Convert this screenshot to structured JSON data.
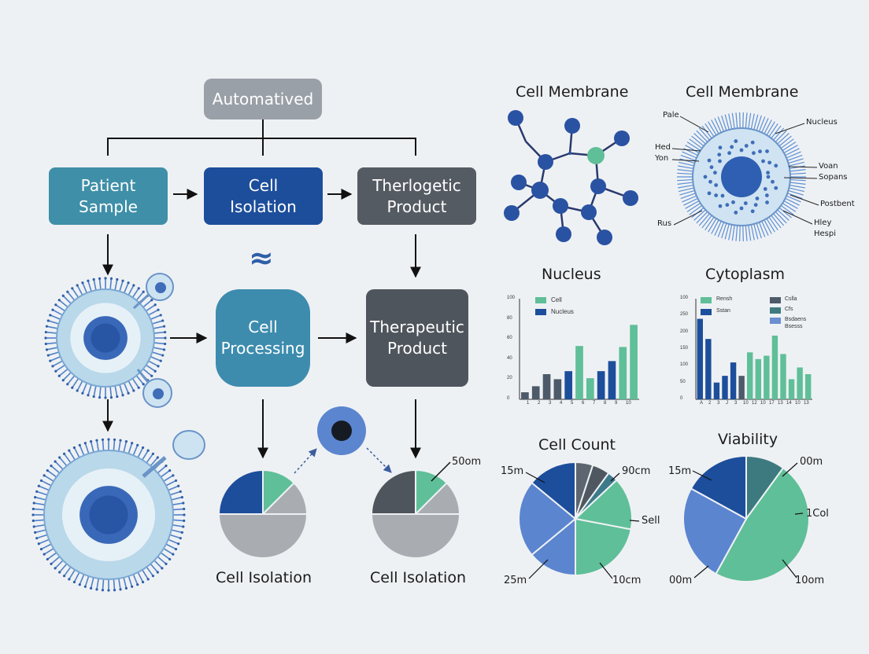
{
  "flow": {
    "top_label": "Automatived",
    "patient_sample": "Patient\nSample",
    "cell_isolation": "Cell\nIsolation",
    "therlogetic_product": "Therlogetic\nProduct",
    "approx_symbol": "≈",
    "cell_processing": "Cell\nProcessing",
    "therapeutic_product": "Therapeutic\nProduct",
    "pie1_caption": "Cell Isolation",
    "pie2_caption": "Cell Isolation",
    "pie2_annotation": "50om",
    "colors": {
      "teal": "#3f8fa8",
      "blue": "#1d4e9b",
      "slate": "#555b63",
      "gray_box": "#9aa0a7",
      "mid_teal": "#3d8cae"
    }
  },
  "molecule": {
    "title": "Cell Membrane"
  },
  "membrane_cell": {
    "title": "Cell Membrane",
    "labels": {
      "pale": "Pale",
      "hed": "Hed",
      "yon": "Yon",
      "rus": "Rus",
      "nucleus": "Nucleus",
      "voan": "Voan",
      "sopans": "Sopans",
      "postbent": "Postbent",
      "hley": "Hley",
      "hespi": "Hespi"
    }
  },
  "nucleus_chart": {
    "title": "Nucleus",
    "legend": [
      "Cell",
      "Nucleus"
    ],
    "ticks_y": [
      "100",
      "80",
      "60",
      "40",
      "20",
      "0"
    ],
    "ticks_x": [
      "1",
      "2",
      "3",
      "4",
      "5",
      "6",
      "7",
      "8",
      "9",
      "10"
    ]
  },
  "cytoplasm_chart": {
    "title": "Cytoplasm",
    "legend": [
      "Rensh",
      "Sstan",
      "Cslla",
      "Cfs",
      "Bsdaens"
    ],
    "legend_extra": "Bsesss",
    "ticks_y": [
      "100",
      "250",
      "200",
      "150",
      "100",
      "50",
      "0"
    ],
    "ticks_x": [
      "A",
      "2",
      "3",
      "J",
      "3",
      "10",
      "12",
      "10",
      "17",
      "13",
      "14",
      "10",
      "13"
    ]
  },
  "cell_count": {
    "title": "Cell Count",
    "labels": {
      "top_left": "15m",
      "top_right": "90cm",
      "right": "Sell",
      "bottom_left": "25m",
      "bottom_right": "10cm"
    }
  },
  "viability": {
    "title": "Viability",
    "labels": {
      "top_left": "15m",
      "top_right": "00m",
      "right": "1Col",
      "bottom_left": "00m",
      "bottom_right": "10om"
    }
  },
  "chart_data": [
    {
      "type": "bar",
      "title": "Nucleus",
      "ylim": [
        0,
        100
      ],
      "categories": [
        "1",
        "2",
        "3",
        "4",
        "5",
        "6",
        "7",
        "8",
        "9",
        "10"
      ],
      "bars": [
        {
          "cat": "1",
          "value": 7,
          "color": "#4d5a69"
        },
        {
          "cat": "2",
          "value": 13,
          "color": "#4d5a69"
        },
        {
          "cat": "3",
          "value": 25,
          "color": "#4d5a69"
        },
        {
          "cat": "4",
          "value": 20,
          "color": "#4d5a69"
        },
        {
          "cat": "5",
          "value": 28,
          "color": "#1d4e9b"
        },
        {
          "cat": "6",
          "value": 53,
          "color": "#5fbf98"
        },
        {
          "cat": "7",
          "value": 21,
          "color": "#5fbf98"
        },
        {
          "cat": "8",
          "value": 28,
          "color": "#1d4e9b"
        },
        {
          "cat": "9",
          "value": 38,
          "color": "#1d4e9b"
        },
        {
          "cat": "10",
          "value": 52,
          "color": "#5fbf98"
        },
        {
          "cat": "10",
          "value": 74,
          "color": "#5fbf98"
        }
      ],
      "legend_colors": [
        "#5fbf98",
        "#1d4e9b"
      ]
    },
    {
      "type": "bar",
      "title": "Cytoplasm",
      "ylim": [
        0,
        300
      ],
      "bars": [
        {
          "value": 240,
          "color": "#1d4e9b"
        },
        {
          "value": 180,
          "color": "#1d4e9b"
        },
        {
          "value": 50,
          "color": "#1d4e9b"
        },
        {
          "value": 70,
          "color": "#1d4e9b"
        },
        {
          "value": 110,
          "color": "#1d4e9b"
        },
        {
          "value": 70,
          "color": "#4d5a69"
        },
        {
          "value": 140,
          "color": "#5fbf98"
        },
        {
          "value": 120,
          "color": "#5fbf98"
        },
        {
          "value": 130,
          "color": "#5fbf98"
        },
        {
          "value": 190,
          "color": "#5fbf98"
        },
        {
          "value": 135,
          "color": "#5fbf98"
        },
        {
          "value": 60,
          "color": "#5fbf98"
        },
        {
          "value": 95,
          "color": "#5fbf98"
        },
        {
          "value": 75,
          "color": "#5fbf98"
        }
      ],
      "legend_colors": [
        "#5fbf98",
        "#1d4e9b",
        "#4d5a69",
        "#3f7a80",
        "#6b8fd1"
      ]
    },
    {
      "type": "pie",
      "title": "",
      "slices": [
        {
          "value": 12.5,
          "color": "#5fbf98"
        },
        {
          "value": 12.5,
          "color": "#a9acb1"
        },
        {
          "value": 50,
          "color": "#a9acb1"
        },
        {
          "value": 25,
          "color": "#1d4e9b"
        }
      ]
    },
    {
      "type": "pie",
      "title": "",
      "slices": [
        {
          "value": 12.5,
          "color": "#5fbf98"
        },
        {
          "value": 12.5,
          "color": "#a9acb1"
        },
        {
          "value": 50,
          "color": "#a9acb1"
        },
        {
          "value": 25,
          "color": "#4f555c"
        }
      ]
    },
    {
      "type": "pie",
      "title": "Cell Count",
      "slices": [
        {
          "value": 5,
          "color": "#5c6570"
        },
        {
          "value": 5,
          "color": "#4f5860"
        },
        {
          "value": 3,
          "color": "#3d7a8a"
        },
        {
          "value": 15,
          "color": "#5fbf98"
        },
        {
          "value": 22,
          "color": "#5fbf98"
        },
        {
          "value": 14,
          "color": "#5b85cf"
        },
        {
          "value": 22,
          "color": "#5b85cf"
        },
        {
          "value": 14,
          "color": "#1d4e9b"
        }
      ]
    },
    {
      "type": "pie",
      "title": "Viability",
      "slices": [
        {
          "value": 10,
          "color": "#3d7a80"
        },
        {
          "value": 48,
          "color": "#5fbf98"
        },
        {
          "value": 25,
          "color": "#5b85cf"
        },
        {
          "value": 17,
          "color": "#1d4e9b"
        }
      ]
    }
  ]
}
